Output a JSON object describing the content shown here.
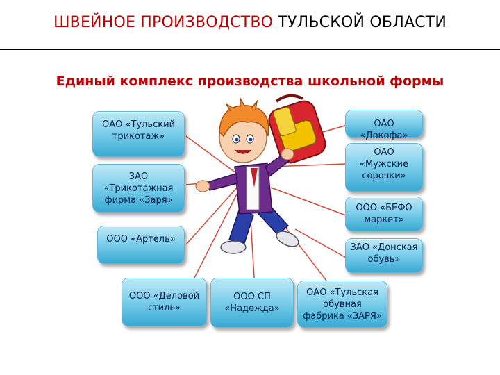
{
  "header": {
    "title_red": "ШВЕЙНОЕ ПРОИЗВОДСТВО",
    "title_rest": " ТУЛЬСКОЙ ОБЛАСТИ",
    "subtitle": "Единый комплекс производства школьной формы"
  },
  "boxes": {
    "tula_trikotazh": "ОАО «Тульский трикотаж»",
    "zarya_trikotazh": "ЗАО «Трикотажная фирма «Заря»",
    "artel": "ООО «Артель»",
    "delovoy_stil": "ООО «Деловой стиль»",
    "nadezhda": "ООО СП «Надежда»",
    "tula_obuv": "ОАО «Тульская обувная фабрика «ЗАРЯ»",
    "dokofa": "ОАО «Докофа»",
    "muzhskie_sorochki": "ОАО «Мужские сорочки»",
    "befo": "ООО «БЕФО маркет»",
    "donskaya_obuv": "ЗАО «Донская обувь»"
  },
  "colors": {
    "accent_red": "#c00000",
    "box_blue": "#5cc3e6",
    "line_red": "#d04a3a"
  }
}
